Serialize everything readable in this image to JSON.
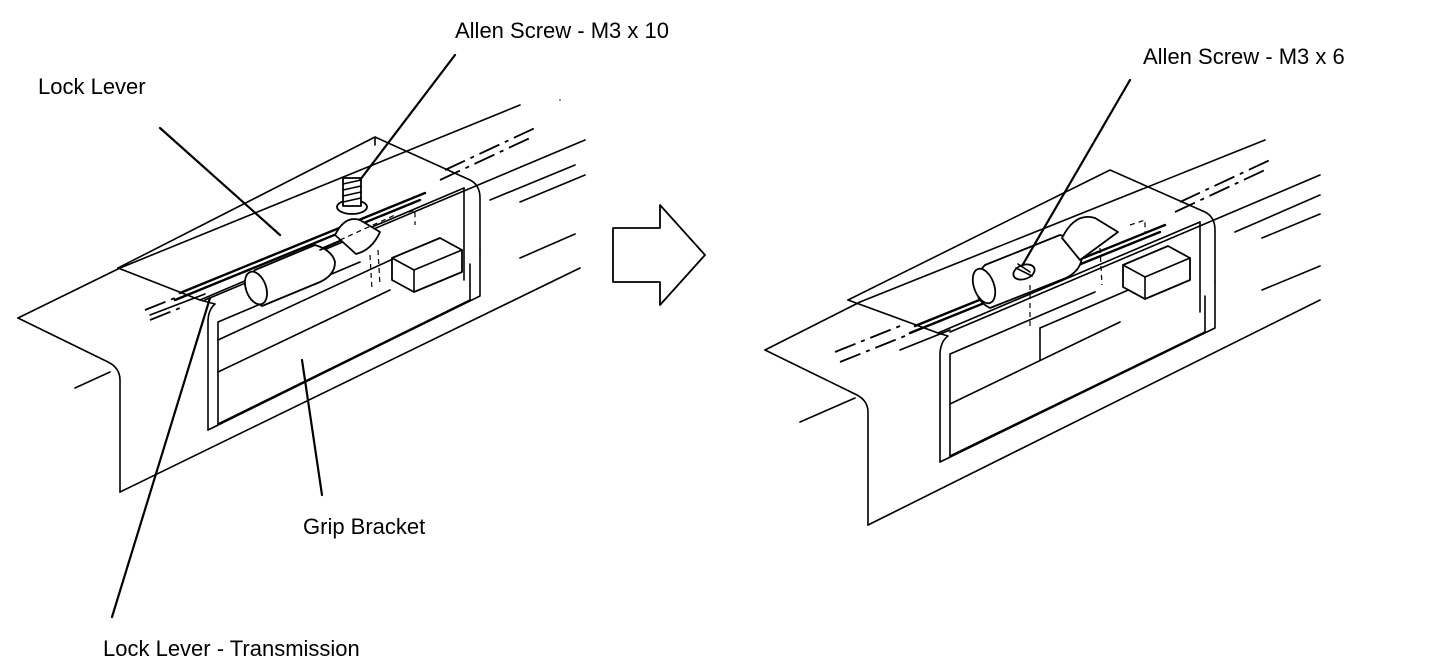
{
  "labels": {
    "lock_lever": "Lock Lever",
    "allen_screw_m3x10": "Allen Screw - M3 x 10",
    "allen_screw_m3x6": "Allen Screw - M3 x 6",
    "grip_bracket": "Grip Bracket",
    "lock_lever_transmission": "Lock Lever - Transmission"
  },
  "arrow_icon": "right-arrow-icon",
  "colors": {
    "line": "#000000",
    "background": "#ffffff"
  }
}
